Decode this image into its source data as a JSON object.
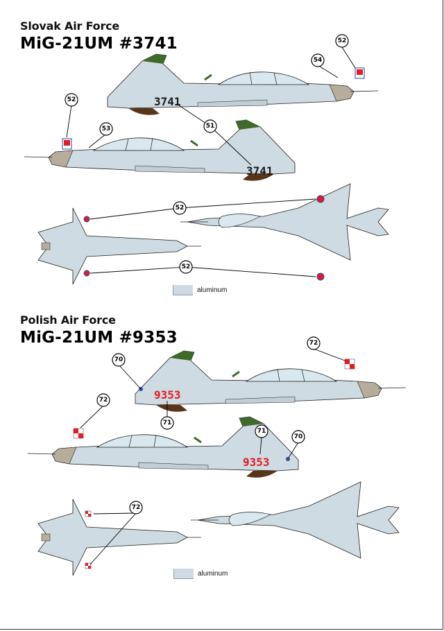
{
  "sections": [
    {
      "subtitle": "Slovak Air Force",
      "title": "MiG-21UM #3741",
      "serial": "3741",
      "serial_color": "#1a1a1a",
      "callouts": [
        "52",
        "54",
        "52",
        "53",
        "51",
        "52",
        "52"
      ],
      "legend": "aluminum"
    },
    {
      "subtitle": "Polish Air Force",
      "title": "MiG-21UM #9353",
      "serial": "9353",
      "serial_color": "#e31b23",
      "callouts": [
        "72",
        "70",
        "71",
        "72",
        "71",
        "70",
        "72"
      ],
      "legend": "aluminum"
    }
  ],
  "colors": {
    "aluminum": "#cfdbe2",
    "camo_green": "#3f6a2a",
    "camo_brown": "#5a3417",
    "radome": "#b6ad9a",
    "outline": "#1c1c1c"
  }
}
